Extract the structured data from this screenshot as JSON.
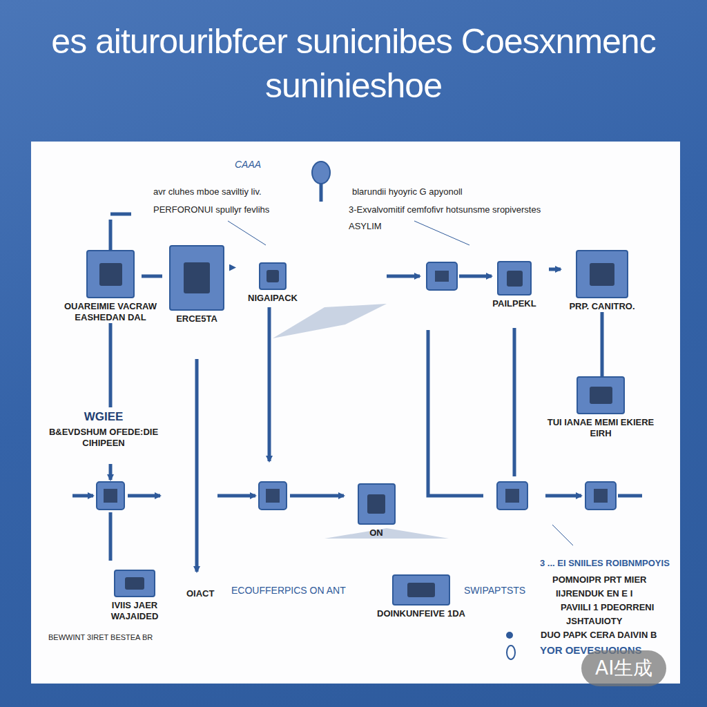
{
  "diagram": {
    "title": "es aiturouribfcer sunicnibes Coesxnmenc suninieshoe",
    "nodes": [
      {
        "text": [
          "OUAREIMIE VACRAW EASHEDAN DAL"
        ]
      },
      {
        "text": [
          "ERCE5TA"
        ]
      },
      {
        "text": [
          "NIGAIPACK"
        ]
      },
      {
        "text": [
          "PAILPEKL"
        ]
      },
      {
        "text": [
          "PRP. CANITRO."
        ]
      },
      {
        "text": [
          "TUI IANAE MEMI EKIERE EIRH"
        ]
      },
      {
        "text": [
          "WGIEE",
          "B&EVDSHUM OFEDE:DIE CIHIPEEN"
        ]
      },
      {
        "text": [
          "ON"
        ]
      },
      {
        "text": [
          "IVIIS JAER WAJAIDED"
        ]
      },
      {
        "text": [
          "DOINKUNFEIVE 1DA"
        ]
      }
    ],
    "edges": [
      {
        "from": 2,
        "to": 1,
        "arrow": "to"
      },
      {
        "from": 0,
        "to": 6,
        "arrow": "none"
      },
      {
        "from": 3,
        "to": 4,
        "arrow": "to"
      },
      {
        "from": 4,
        "to": 5,
        "arrow": "none"
      }
    ],
    "labels": [
      "CAAA",
      "avr cluhes mboe saviltiy liv.",
      "PERFORONUI spullyr fevlihs",
      "blarundii hyoyric G apyonoll",
      "3-Exvalvomitif cemfofivr hotsunsme sropiverstes",
      "ASYLIM",
      "OIACT",
      "ECOUFFERPICS ON ANT",
      "SWIPAPTSTS",
      "3 ... EI SNIILES ROIBNMPOYIS",
      "POMNOIPR PRT MIER",
      "IIJRENDUK EN E I",
      "PAVIILI 1 PDEORRENI",
      "JSHTAUIOTY",
      "DUO PAPK CERA DAIVIN B",
      "YOR OEVESUOIONS",
      "BEWWINT 3IRET BESTEA BR",
      "AI生成"
    ]
  }
}
